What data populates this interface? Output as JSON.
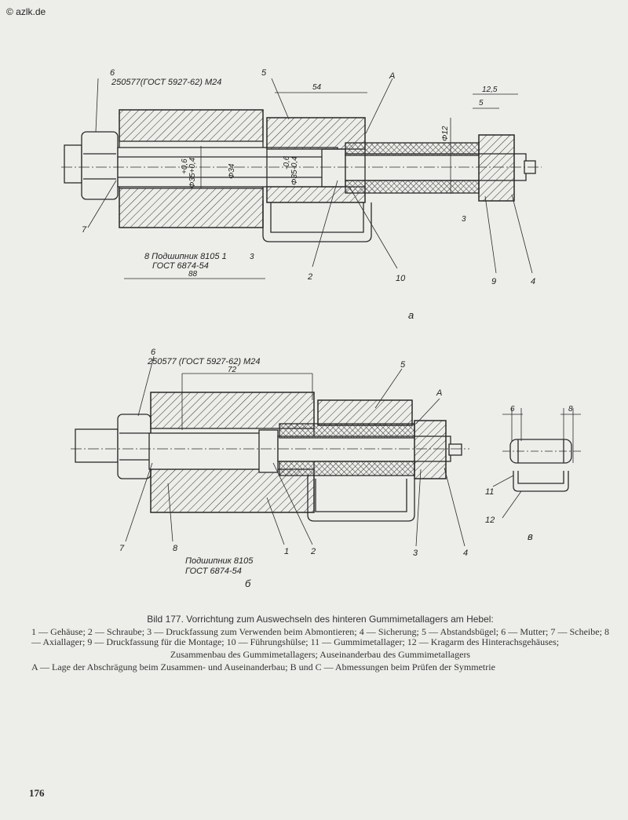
{
  "watermark": "© azlk.de",
  "figure_a": {
    "fig_label": "a",
    "spec_label": "250577(ГОСТ 5927-62) М24",
    "bearing_line1": "8 Подшипник 8105 1",
    "bearing_line2": "ГОСТ 6874-54",
    "dims": {
      "d54": "54",
      "d12_5": "12,5",
      "d5": "5",
      "d88": "88",
      "d3a": "3",
      "d3b": "3",
      "phi12": "Φ12",
      "phi34": "Φ34",
      "phi35a": "Φ35+0,4",
      "phi35a_tol": "+0,6",
      "phi35b": "Φ35-0,4",
      "phi35b_tol": "-0,6"
    },
    "parts": {
      "p6": "6",
      "p5": "5",
      "pA": "А",
      "p7": "7",
      "p2": "2",
      "p10": "10",
      "p9": "9",
      "p4": "4"
    }
  },
  "figure_b": {
    "fig_label": "б",
    "spec_label": "250577 (ГОСТ 5927-62) М24",
    "bearing_line1": "Подшипник 8105",
    "bearing_line2": "ГОСТ 6874-54",
    "dims": {
      "d72": "72"
    },
    "parts": {
      "p6": "6",
      "p5": "5",
      "pA": "А",
      "p7": "7",
      "p8": "8",
      "p1": "1",
      "p2": "2",
      "p3": "3",
      "p4": "4"
    }
  },
  "figure_c": {
    "fig_label": "в",
    "dims": {
      "d6": "6",
      "d8": "8"
    },
    "parts": {
      "p11": "11",
      "p12": "12"
    }
  },
  "caption": {
    "title": "Bild 177. Vorrichtung zum Auswechseln des hinteren Gummimetallagers am Hebel:",
    "legend": "1 — Gehäuse; 2 — Schraube; 3 — Druckfassung zum Verwenden beim Abmontieren; 4 — Sicherung; 5 — Abstandsbügel; 6 — Mutter; 7 — Scheibe; 8 — Axiallager; 9 — Druckfassung für die Montage; 10 — Führungshülse; 11 — Gummimetallager; 12 — Kragarm des Hinterachsgehäuses;",
    "line2": "Zusammenbau des Gummimetallagers; Auseinanderbau des Gummimetallagers",
    "line3": "A — Lage der Abschrägung beim Zusammen- und Auseinanderbau; B und C — Abmessungen beim Prüfen der Symmetrie"
  },
  "page_number": "176"
}
